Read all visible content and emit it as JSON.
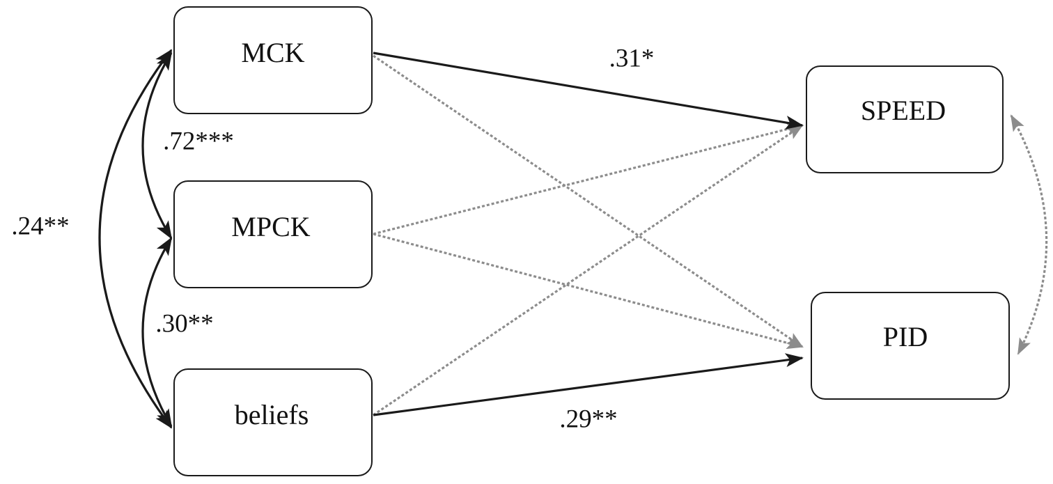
{
  "colors": {
    "significant_path": "#1a1a1a",
    "nonsignificant_path": "#8c8c8c",
    "box_border": "#1a1a1a",
    "background": "#ffffff"
  },
  "nodes": {
    "mck": "MCK",
    "mpck": "MPCK",
    "beliefs": "beliefs",
    "speed": "SPEED",
    "pid": "PID"
  },
  "coefficients": {
    "mck_speed": ".31*",
    "beliefs_pid": ".29**",
    "mck_mpck": ".72***",
    "mpck_beliefs": ".30**",
    "mck_beliefs": ".24**"
  },
  "paths": [
    {
      "from": "MCK",
      "to": "SPEED",
      "significant": true,
      "label": ".31*"
    },
    {
      "from": "MCK",
      "to": "PID",
      "significant": false
    },
    {
      "from": "MPCK",
      "to": "SPEED",
      "significant": false
    },
    {
      "from": "MPCK",
      "to": "PID",
      "significant": false
    },
    {
      "from": "beliefs",
      "to": "SPEED",
      "significant": false
    },
    {
      "from": "beliefs",
      "to": "PID",
      "significant": true,
      "label": ".29**"
    }
  ],
  "correlations": [
    {
      "between": [
        "MCK",
        "MPCK"
      ],
      "significant": true,
      "label": ".72***"
    },
    {
      "between": [
        "MPCK",
        "beliefs"
      ],
      "significant": true,
      "label": ".30**"
    },
    {
      "between": [
        "MCK",
        "beliefs"
      ],
      "significant": true,
      "label": ".24**"
    },
    {
      "between": [
        "SPEED",
        "PID"
      ],
      "significant": false
    }
  ]
}
